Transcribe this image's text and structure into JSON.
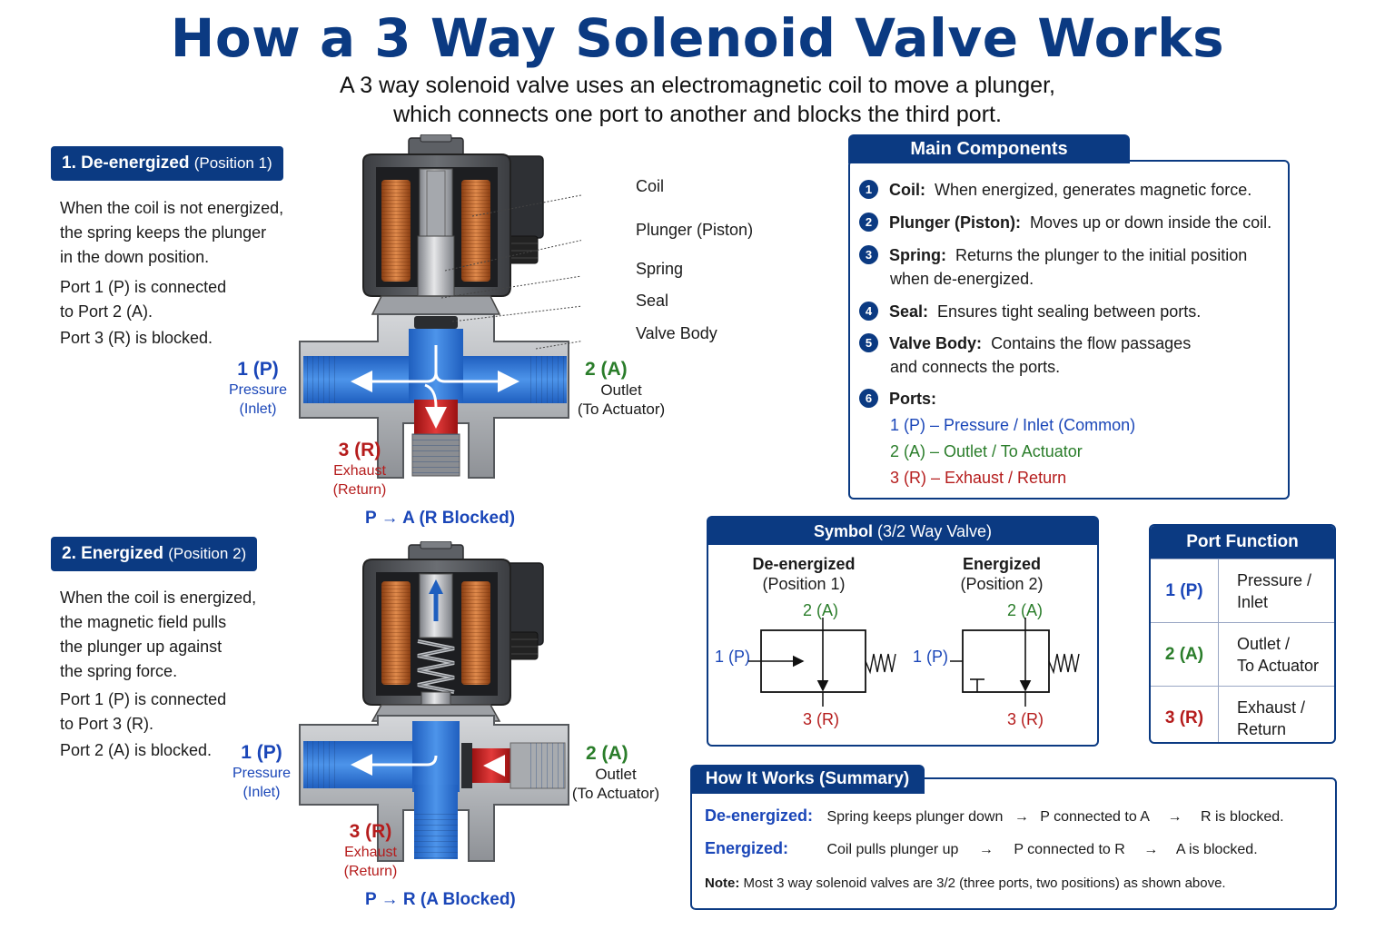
{
  "header": {
    "title": "How a 3 Way Solenoid Valve Works",
    "subtitle_line1": "A 3 way solenoid valve uses an electromagnetic coil to move a plunger,",
    "subtitle_line2": "which connects one port to another and blocks the third port."
  },
  "section1": {
    "tab_main": "1. De-energized",
    "tab_sub": "(Position 1)",
    "desc1": "When the coil is not energized,",
    "desc2": "the spring keeps the plunger",
    "desc3": "in the down position.",
    "desc4": "Port 1 (P) is connected",
    "desc5": "to Port 2 (A).",
    "desc6": "Port 3 (R) is blocked.",
    "flow": "P  →  A (R Blocked)"
  },
  "section2": {
    "tab_main": "2. Energized",
    "tab_sub": "(Position 2)",
    "desc1": "When the coil is energized,",
    "desc2": "the magnetic field pulls",
    "desc3": "the plunger up against",
    "desc4": "the spring force.",
    "desc5": "Port 1 (P) is connected",
    "desc6": "to Port 3 (R).",
    "desc7": "Port 2 (A) is blocked.",
    "flow": "P  →  R (A Blocked)"
  },
  "ports": {
    "p_num": "1 (P)",
    "p_sub1": "Pressure",
    "p_sub2": "(Inlet)",
    "a_num": "2 (A)",
    "a_sub1": "Outlet",
    "a_sub2": "(To Actuator)",
    "r_num": "3 (R)",
    "r_sub1": "Exhaust",
    "r_sub2": "(Return)"
  },
  "callouts": {
    "coil": "Coil",
    "plunger": "Plunger (Piston)",
    "spring": "Spring",
    "seal": "Seal",
    "body": "Valve Body"
  },
  "components": {
    "heading": "Main Components",
    "items": [
      {
        "n": "1",
        "name": "Coil:",
        "text": "When energized, generates magnetic force."
      },
      {
        "n": "2",
        "name": "Plunger (Piston):",
        "text": "Moves up or down inside the coil."
      },
      {
        "n": "3",
        "name": "Spring:",
        "text": "Returns the plunger to the initial position",
        "text2": "when de-energized."
      },
      {
        "n": "4",
        "name": "Seal:",
        "text": "Ensures tight sealing between ports."
      },
      {
        "n": "5",
        "name": "Valve Body:",
        "text": "Contains the flow passages",
        "text2": "and connects the ports."
      },
      {
        "n": "6",
        "name": "Ports:",
        "text": ""
      }
    ],
    "port_p": "1 (P)  –  Pressure / Inlet (Common)",
    "port_a": "2 (A)  –  Outlet / To Actuator",
    "port_r": "3 (R)  –  Exhaust / Return"
  },
  "symbol": {
    "heading": "Symbol",
    "heading_sub": "(3/2 Way Valve)",
    "left_title": "De-energized",
    "left_sub": "(Position 1)",
    "right_title": "Energized",
    "right_sub": "(Position 2)",
    "a_label": "2 (A)",
    "p_label": "1 (P)",
    "r_label": "3 (R)"
  },
  "port_function": {
    "heading": "Port Function",
    "rows": [
      {
        "port": "1 (P)",
        "line1": "Pressure /",
        "line2": "Inlet"
      },
      {
        "port": "2 (A)",
        "line1": "Outlet /",
        "line2": "To Actuator"
      },
      {
        "port": "3 (R)",
        "line1": "Exhaust /",
        "line2": "Return"
      }
    ]
  },
  "summary": {
    "heading": "How It Works (Summary)",
    "de_key": "De-energized:",
    "de_a": "Spring keeps plunger down",
    "de_b": "P connected to A",
    "de_c": "R is blocked.",
    "en_key": "Energized:",
    "en_a": "Coil pulls plunger up",
    "en_b": "P connected to R",
    "en_c": "A is blocked.",
    "arrow": "→",
    "note_key": "Note:",
    "note": "Most 3 way solenoid valves are 3/2 (three ports, two positions) as shown above."
  },
  "colors": {
    "navy": "#0b3a82",
    "flow_blue": "#2f73d6",
    "exhaust_red": "#c41f1f",
    "coil_copper": "#c8672a",
    "outlet_green": "#2a7d2a"
  }
}
